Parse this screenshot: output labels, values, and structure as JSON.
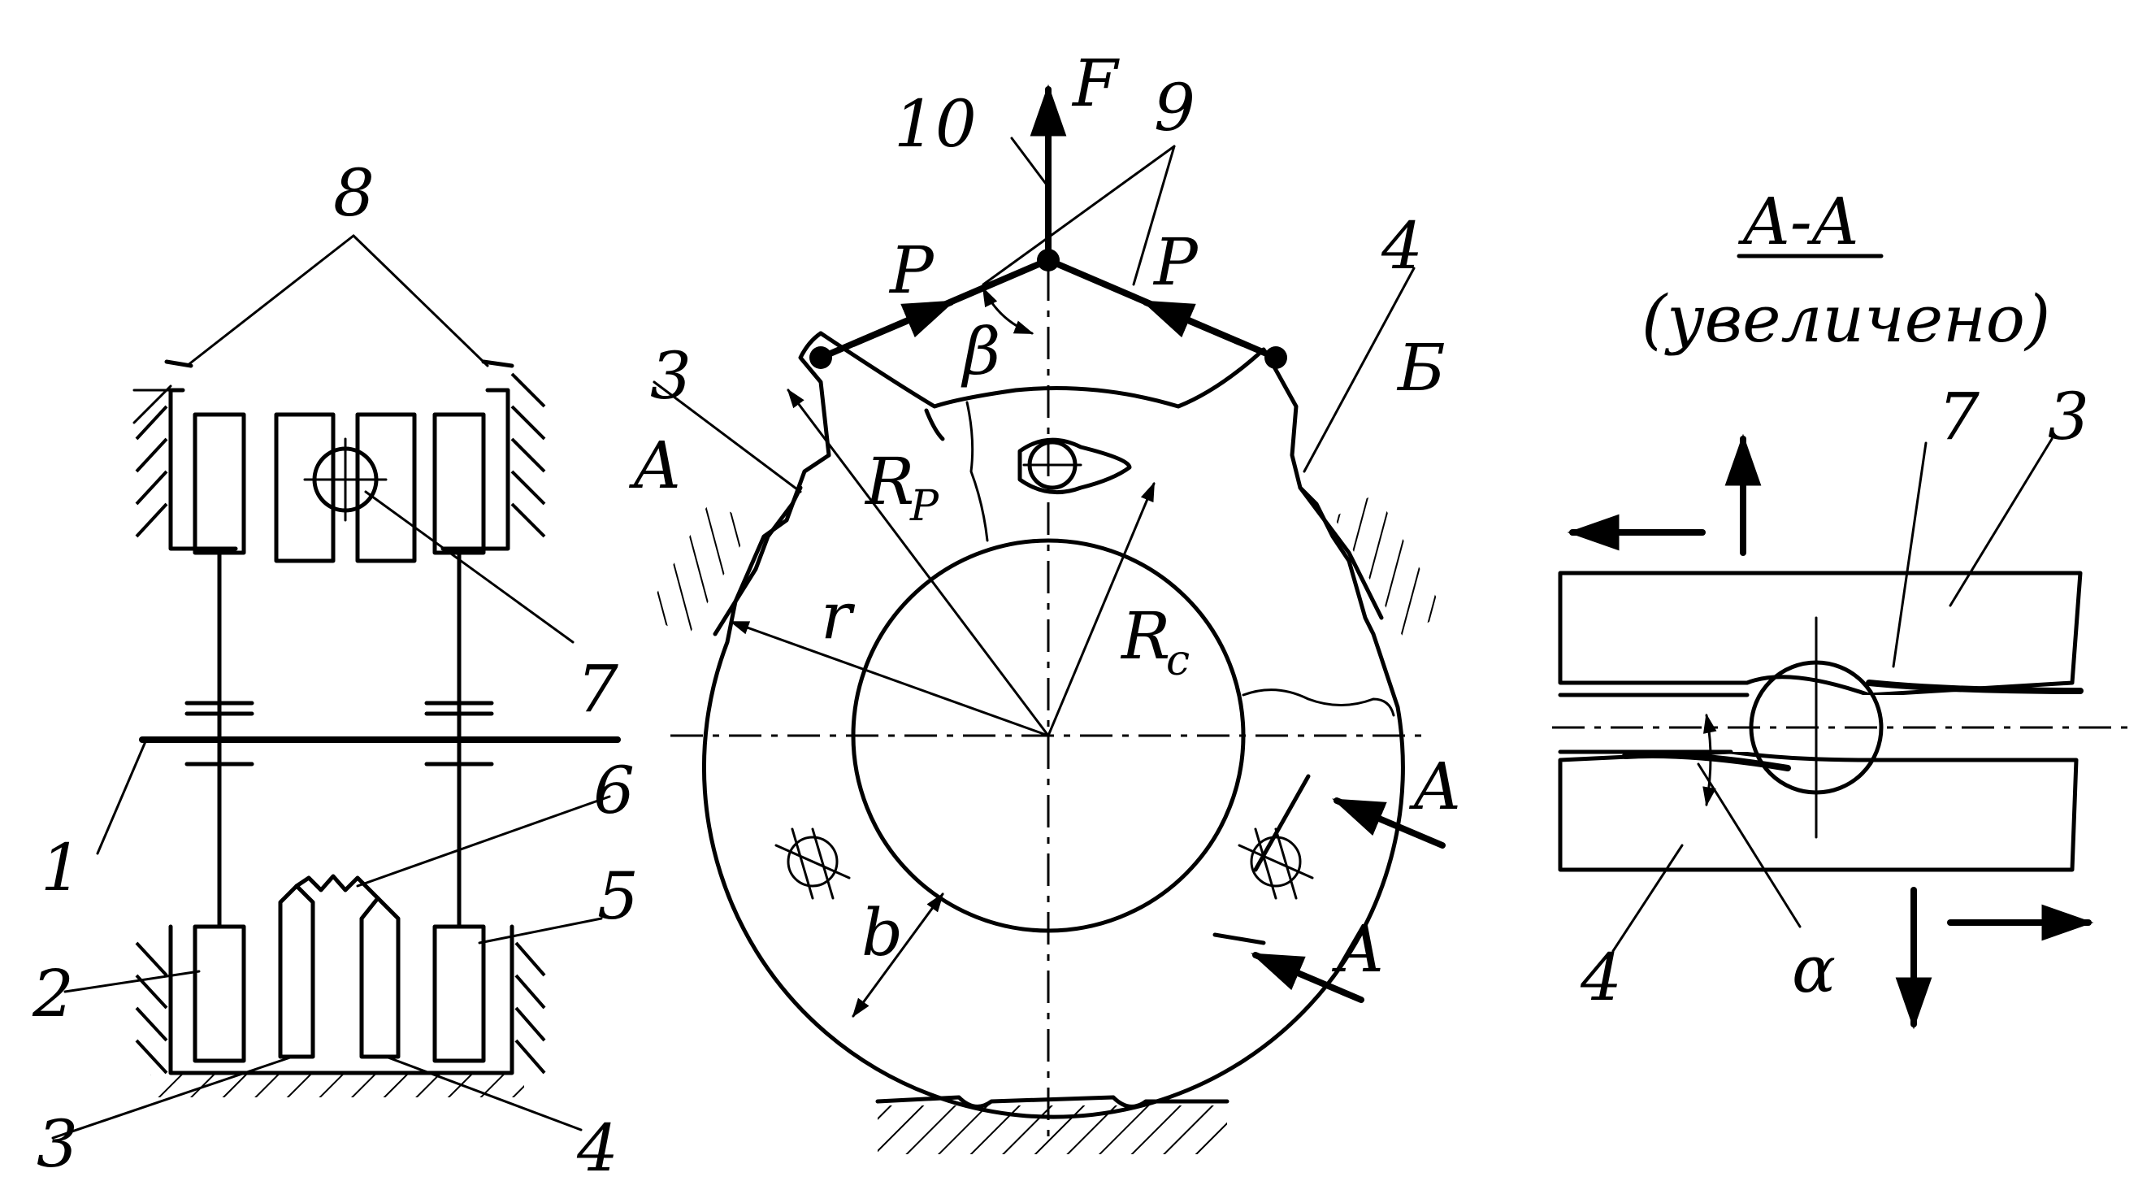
{
  "colors": {
    "ink": "#000000",
    "paper": "#ffffff"
  },
  "left_view": {
    "labels": {
      "n1": "1",
      "n2": "2",
      "n3": "3",
      "n4": "4",
      "n5": "5",
      "n6": "6",
      "n7": "7",
      "n8": "8"
    }
  },
  "center_view": {
    "labels": {
      "n3": "3",
      "n4": "4",
      "n9": "9",
      "n10": "10",
      "force_F": "F",
      "force_P_left": "P",
      "force_P_right": "P",
      "angle_beta": "β",
      "radius_r": "r",
      "radius_RP": "R",
      "radius_RP_sub": "P",
      "radius_Rc": "R",
      "radius_Rc_sub": "c",
      "width_b": "b",
      "section_A_top": "A",
      "section_A_right1": "A",
      "section_A_right2": "A",
      "detail_B": "Б"
    }
  },
  "section_view": {
    "title": "A-A",
    "subtitle": "(увеличено)",
    "labels": {
      "n3": "3",
      "n4": "4",
      "n7": "7",
      "angle_alpha": "α"
    }
  }
}
